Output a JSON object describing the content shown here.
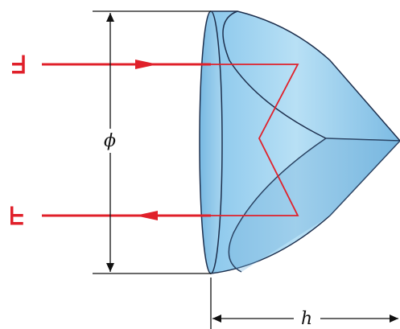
{
  "labels": {
    "diameter": "ϕ",
    "height": "h",
    "ray_in": "ᖵ",
    "ray_out": "ᖶ"
  },
  "colors": {
    "ray": "#e0202a",
    "prism_light": "#a9d8f2",
    "prism_mid": "#7fbfe6",
    "prism_dark": "#5fa6d3",
    "outline": "#1d2f4d",
    "dimension": "#111111"
  }
}
